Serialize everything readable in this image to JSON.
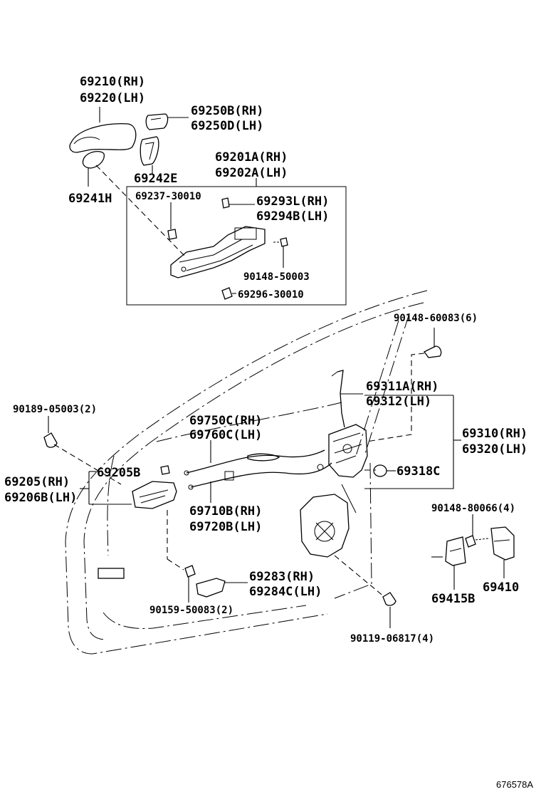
{
  "callouts": {
    "outer_handle": [
      "69210(RH)",
      "69220(LH)"
    ],
    "handle_cap": [
      "69250B(RH)",
      "69250D(LH)"
    ],
    "cap_bezel": "69242E",
    "outer_pad": "69241H",
    "frame_assy": [
      "69201A(RH)",
      "69202A(LH)"
    ],
    "frame_part_a": "69237-30010",
    "frame_part_b": [
      "69293L(RH)",
      "69294B(LH)"
    ],
    "frame_screw": "90148-50003",
    "frame_part_c": "69296-30010",
    "lock_screw": "90148-60083(6)",
    "rod": [
      "69311A(RH)",
      "69312(LH)"
    ],
    "lock_assy": [
      "69310(RH)",
      "69320(LH)"
    ],
    "grommet": "69318C",
    "clip": "90189-05003(2)",
    "cable_upper": [
      "69750C(RH)",
      "69760C(LH)"
    ],
    "inner_handle": [
      "69205(RH)",
      "69206B(LH)"
    ],
    "inner_handle_part": "69205B",
    "cable_lower": [
      "69710B(RH)",
      "69720B(LH)"
    ],
    "striker_screw": "90148-80066(4)",
    "striker_plate": "69410",
    "striker_cover": "69415B",
    "bezel": [
      "69283(RH)",
      "69284C(LH)"
    ],
    "inner_screw": "90159-50083(2)",
    "motor_bolt": "90119-06817(4)"
  },
  "diagram_id": "676578A"
}
